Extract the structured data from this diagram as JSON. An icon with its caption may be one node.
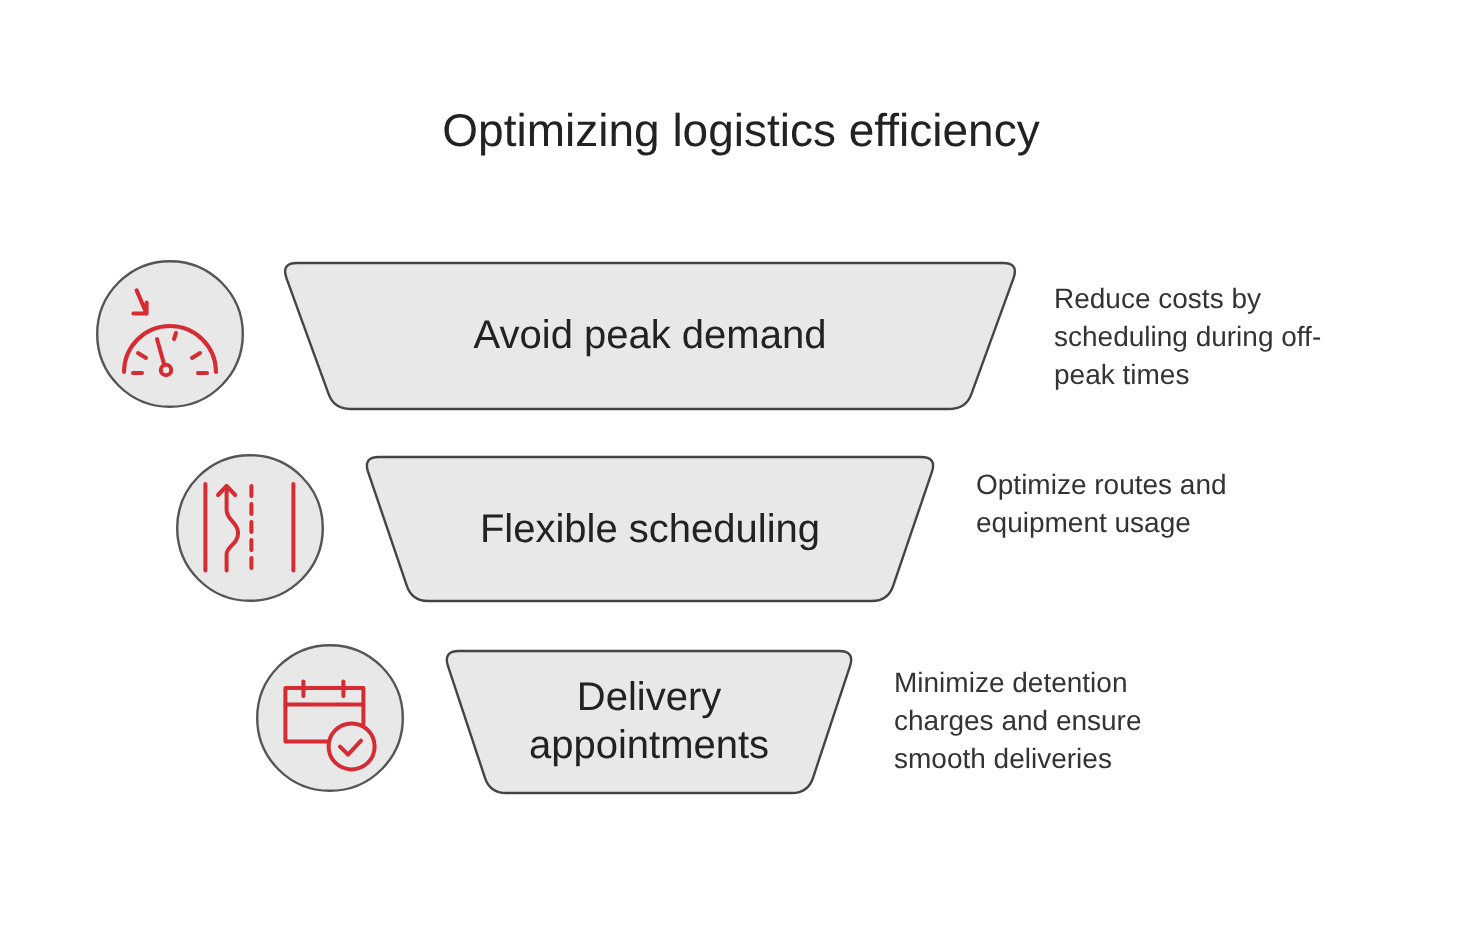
{
  "diagram": {
    "title": "Optimizing logistics efficiency",
    "nodes": [
      {
        "text": [
          "Avoid peak demand"
        ],
        "beside": [
          "Reduce costs by scheduling during off-peak times"
        ]
      },
      {
        "text": [
          "Flexible scheduling"
        ],
        "beside": [
          "Optimize routes and equipment usage"
        ]
      },
      {
        "text": [
          "Delivery appointments"
        ],
        "beside": [
          "Minimize detention charges and ensure smooth deliveries"
        ]
      }
    ]
  }
}
